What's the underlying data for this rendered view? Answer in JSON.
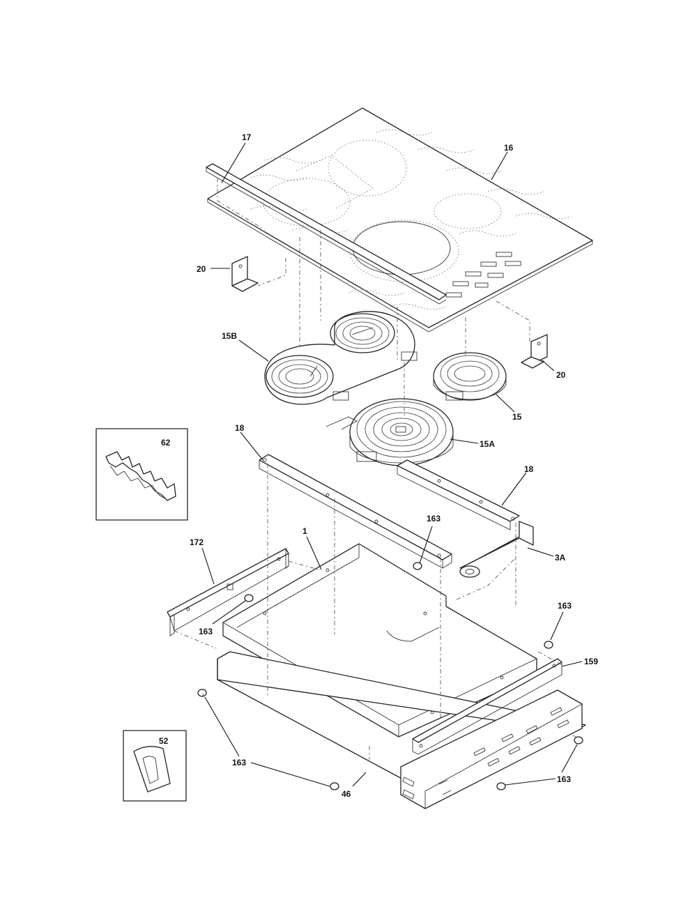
{
  "callouts": {
    "c17": "17",
    "c16": "16",
    "c20a": "20",
    "c20b": "20",
    "c15b": "15B",
    "c15": "15",
    "c15a": "15A",
    "c62": "62",
    "c18a": "18",
    "c18b": "18",
    "c163a": "163",
    "c163b": "163",
    "c163c": "163",
    "c163d": "163",
    "c163e": "163",
    "c1": "1",
    "c172": "172",
    "c3a": "3A",
    "c159": "159",
    "c52": "52",
    "c46": "46"
  }
}
